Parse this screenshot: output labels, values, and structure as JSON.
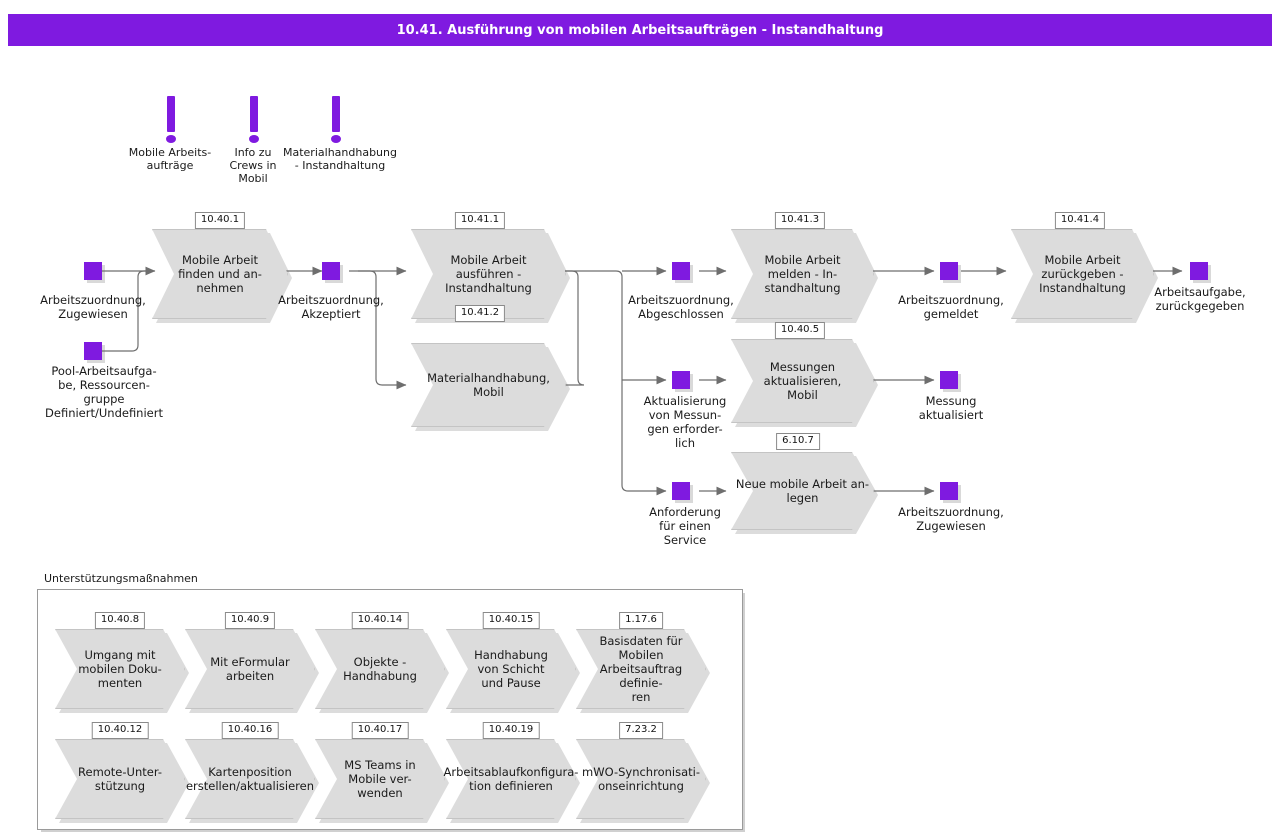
{
  "header": {
    "title": "10.41. Ausführung von mobilen Arbeitsaufträgen - Instandhaltung",
    "bar_color": "#7f1ae0"
  },
  "theme": {
    "accent": "#7f1ae0",
    "process_fill": "#dcdcdc",
    "process_border": "#c4c4c4",
    "line_color": "#6e6e6e",
    "text_color": "#1a1a1a"
  },
  "attachments": [
    {
      "name": "mobile-arbeitsauftraege",
      "icon": "exclamation-icon",
      "label": "Mobile Arbeits-\nsaufträge",
      "label_text": "Mobile Arbeits-\naufträge"
    },
    {
      "name": "info-zu-crews-in-mobil",
      "icon": "exclamation-icon",
      "label_text": "Info zu\nCrews in\nMobil"
    },
    {
      "name": "materialhandhabung-instandhaltung",
      "icon": "exclamation-icon",
      "label_text": "Materialhandhabung\n- Instandhaltung"
    }
  ],
  "events": [
    {
      "name": "event-arbeitszuordnung-zugewiesen",
      "label": "Arbeitszuordnung,\nZugewiesen"
    },
    {
      "name": "event-pool-arbeitsaufgabe",
      "label": "Pool-Arbeitsaufga-\nbe, Ressourcen-\ngruppe\nDefiniert/Undefiniert"
    },
    {
      "name": "event-arbeitszuordnung-akzeptiert",
      "label": "Arbeitszuordnung,\nAkzeptiert"
    },
    {
      "name": "event-arbeitszuordnung-abgeschlossen",
      "label": "Arbeitszuordnung,\nAbgeschlossen"
    },
    {
      "name": "event-aktualisierung-von-messungen",
      "label": "Aktualisierung\nvon Messun-\ngen erforder-\nlich"
    },
    {
      "name": "event-anforderung-fuer-einen-service",
      "label": "Anforderung\nfür einen\nService"
    },
    {
      "name": "event-arbeitszuordnung-gemeldet",
      "label": "Arbeitszuordnung,\ngemeldet"
    },
    {
      "name": "event-messung-aktualisiert",
      "label": "Messung\naktualisiert"
    },
    {
      "name": "event-arbeitszuordnung-zugewiesen-2",
      "label": "Arbeitszuordnung,\nZugewiesen"
    },
    {
      "name": "event-arbeitsaufgabe-zurueckgegeben",
      "label": "Arbeitsaufgabe,\nzurückgegeben"
    }
  ],
  "processes": [
    {
      "name": "process-mobile-arbeit-finden",
      "id": "10.40.1",
      "label": "Mobile Arbeit\nfinden und an-\nnehmen"
    },
    {
      "name": "process-mobile-arbeit-ausfuehren",
      "id": "10.41.1",
      "label": "Mobile Arbeit\nausführen -\nInstandhaltung"
    },
    {
      "name": "process-materialhandhabung-mobil",
      "id": "10.41.2",
      "label": "Materialhandhabung,\nMobil"
    },
    {
      "name": "process-mobile-arbeit-melden",
      "id": "10.41.3",
      "label": "Mobile Arbeit\nmelden - In-\nstandhaltung"
    },
    {
      "name": "process-messungen-aktualisieren",
      "id": "10.40.5",
      "label": "Messungen\naktualisieren,\nMobil"
    },
    {
      "name": "process-neue-mobile-arbeit-anlegen",
      "id": "6.10.7",
      "label": "Neue mobile Arbeit an-\nlegen"
    },
    {
      "name": "process-mobile-arbeit-zurueckgeben",
      "id": "10.41.4",
      "label": "Mobile Arbeit\nzurückgeben -\nInstandhaltung"
    }
  ],
  "support": {
    "caption": "Unterstützungsmaßnahmen",
    "items": [
      {
        "name": "support-umgang-mit-mobilen-dokumenten",
        "id": "10.40.8",
        "label": "Umgang mit\nmobilen Doku-\nmenten"
      },
      {
        "name": "support-mit-eformular-arbeiten",
        "id": "10.40.9",
        "label": "Mit eFormular\narbeiten"
      },
      {
        "name": "support-objekte-handhabung",
        "id": "10.40.14",
        "label": "Objekte - Handhabung"
      },
      {
        "name": "support-handhabung-schicht-pause",
        "id": "10.40.15",
        "label": "Handhabung\nvon Schicht\nund Pause"
      },
      {
        "name": "support-basisdaten-mobiler-auftrag",
        "id": "1.17.6",
        "label": "Basisdaten für Mobilen\nArbeitsauftrag definie-\nren"
      },
      {
        "name": "support-remote-unterstuetzung",
        "id": "10.40.12",
        "label": "Remote-Unter-\nstützung"
      },
      {
        "name": "support-kartenposition",
        "id": "10.40.16",
        "label": "Kartenposition\nerstellen/aktualisieren"
      },
      {
        "name": "support-ms-teams-in-mobile",
        "id": "10.40.17",
        "label": "MS Teams in\nMobile ver-\nwenden"
      },
      {
        "name": "support-arbeitsablaufkonfiguration",
        "id": "10.40.19",
        "label": "Arbeitsablaufkonfigura-\ntion definieren"
      },
      {
        "name": "support-mwo-synchronisation",
        "id": "7.23.2",
        "label": "mWO-Synchronisati-\nonseinrichtung"
      }
    ]
  }
}
